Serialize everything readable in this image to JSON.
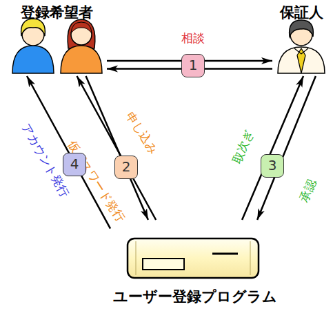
{
  "diagram": {
    "nodes": [
      {
        "text": [
          "登録希望者"
        ]
      },
      {
        "text": [
          "保証人"
        ]
      },
      {
        "text": [
          "ユーザー登録プログラム"
        ]
      }
    ],
    "edges": [
      {
        "from": 0,
        "to": 1,
        "label": "相談",
        "arrow": "to"
      },
      {
        "from": 1,
        "to": 0,
        "arrow": "to"
      },
      {
        "from": 0,
        "to": 2,
        "label": "申し込み",
        "arrow": "to"
      },
      {
        "from": 2,
        "to": 0,
        "label": "仮パスワード発行",
        "arrow": "to"
      },
      {
        "from": 2,
        "to": 1,
        "label": "取次ぎ",
        "arrow": "to"
      },
      {
        "from": 1,
        "to": 2,
        "label": "承認",
        "arrow": "to"
      },
      {
        "from": 2,
        "to": 0,
        "label": "アカウント発行",
        "arrow": "to"
      }
    ],
    "labels": [
      "1",
      "2",
      "3",
      "4"
    ]
  }
}
